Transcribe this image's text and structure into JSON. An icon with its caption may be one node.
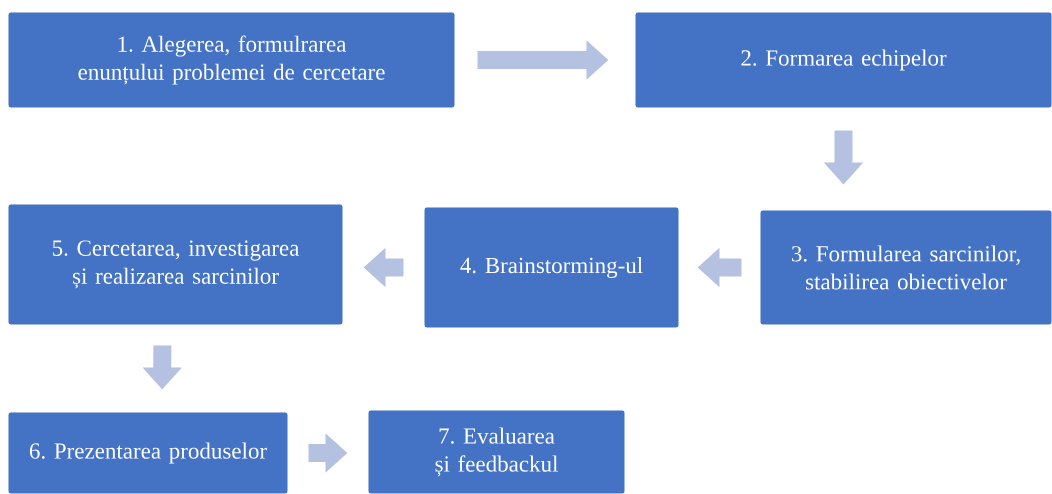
{
  "diagram": {
    "nodes": [
      {
        "text": [
          "1. Alegerea, formulrarea enunțului problemei de cercetare"
        ]
      },
      {
        "text": [
          "2. Formarea echipelor"
        ]
      },
      {
        "text": [
          "3. Formularea sarcinilor, stabilirea obiectivelor"
        ]
      },
      {
        "text": [
          "4. Brainstorming-ul"
        ]
      },
      {
        "text": [
          "5. Cercetarea, investigarea și realizarea sarcinilor"
        ]
      },
      {
        "text": [
          "6. Prezentarea produselor"
        ]
      },
      {
        "text": [
          "7. Evaluarea și feedbackul"
        ]
      }
    ],
    "edges": [
      {
        "from": 0,
        "to": 1,
        "arrow": "to"
      },
      {
        "from": 1,
        "to": 2,
        "arrow": "to"
      },
      {
        "from": 2,
        "to": 3,
        "arrow": "to"
      },
      {
        "from": 3,
        "to": 4,
        "arrow": "to"
      },
      {
        "from": 4,
        "to": 5,
        "arrow": "to"
      },
      {
        "from": 5,
        "to": 6,
        "arrow": "to"
      }
    ]
  }
}
